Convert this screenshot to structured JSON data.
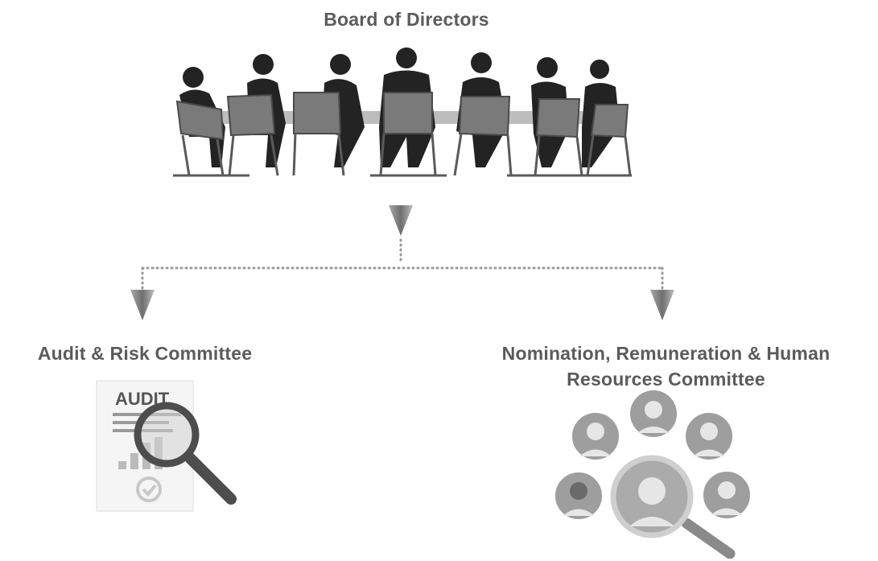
{
  "board": {
    "title": "Board of Directors"
  },
  "audit_committee": {
    "title": "Audit & Risk Committee",
    "doc_label": "AUDIT"
  },
  "nomination_committee": {
    "title_line1": "Nomination, Remuneration & Human",
    "title_line2": "Resources Committee"
  },
  "colors": {
    "text": "#5b5b5b",
    "silhouette": "#222222",
    "chair": "#7a7a7a",
    "arrow": "#8c8c8c",
    "connector": "#9a9a9a",
    "avatar_bg": "#9e9e9e"
  }
}
